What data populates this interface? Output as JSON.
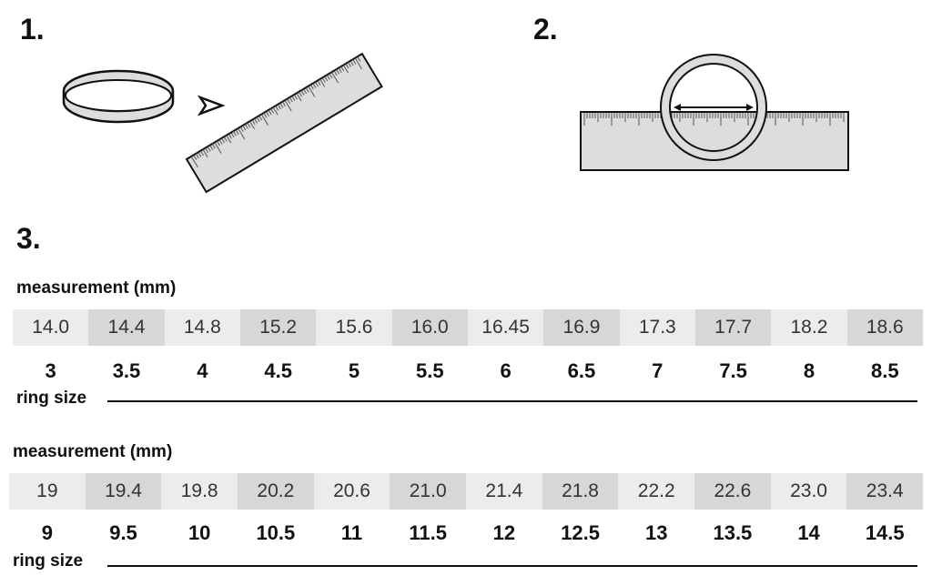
{
  "steps": [
    "1.",
    "2.",
    "3."
  ],
  "tables": [
    {
      "measurement_label": "measurement (mm)",
      "ring_size_label": "ring size",
      "measurements": [
        "14.0",
        "14.4",
        "14.8",
        "15.2",
        "15.6",
        "16.0",
        "16.45",
        "16.9",
        "17.3",
        "17.7",
        "18.2",
        "18.6"
      ],
      "sizes": [
        "3",
        "3.5",
        "4",
        "4.5",
        "5",
        "5.5",
        "6",
        "6.5",
        "7",
        "7.5",
        "8",
        "8.5"
      ]
    },
    {
      "measurement_label": "measurement (mm)",
      "ring_size_label": "ring size",
      "measurements": [
        "19",
        "19.4",
        "19.8",
        "20.2",
        "20.6",
        "21.0",
        "21.4",
        "21.8",
        "22.2",
        "22.6",
        "23.0",
        "23.4"
      ],
      "sizes": [
        "9",
        "9.5",
        "10",
        "10.5",
        "11",
        "11.5",
        "12",
        "12.5",
        "13",
        "13.5",
        "14",
        "14.5"
      ]
    }
  ],
  "colors": {
    "light": "#ececec",
    "dark": "#d7d7d7"
  }
}
